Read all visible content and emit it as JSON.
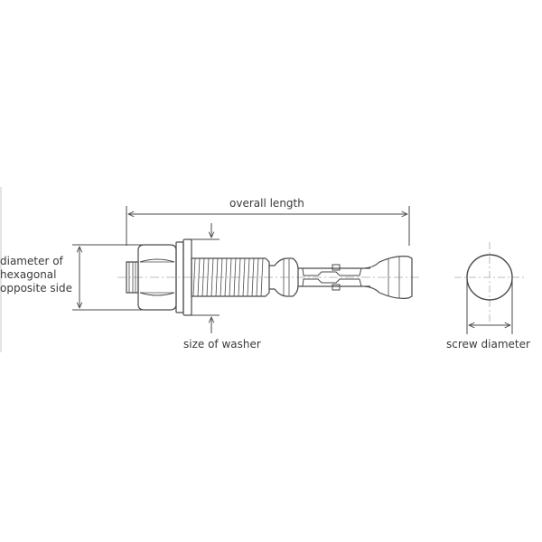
{
  "labels": {
    "overall_length": "overall length",
    "hex_line1": "diameter of",
    "hex_line2": "hexagonal",
    "hex_line3": "opposite side",
    "washer_size": "size of washer",
    "screw_diameter": "screw diameter"
  },
  "colors": {
    "line": "#4a4a4a",
    "centerline": "#a8a8a8",
    "text": "#3a3a3a"
  }
}
